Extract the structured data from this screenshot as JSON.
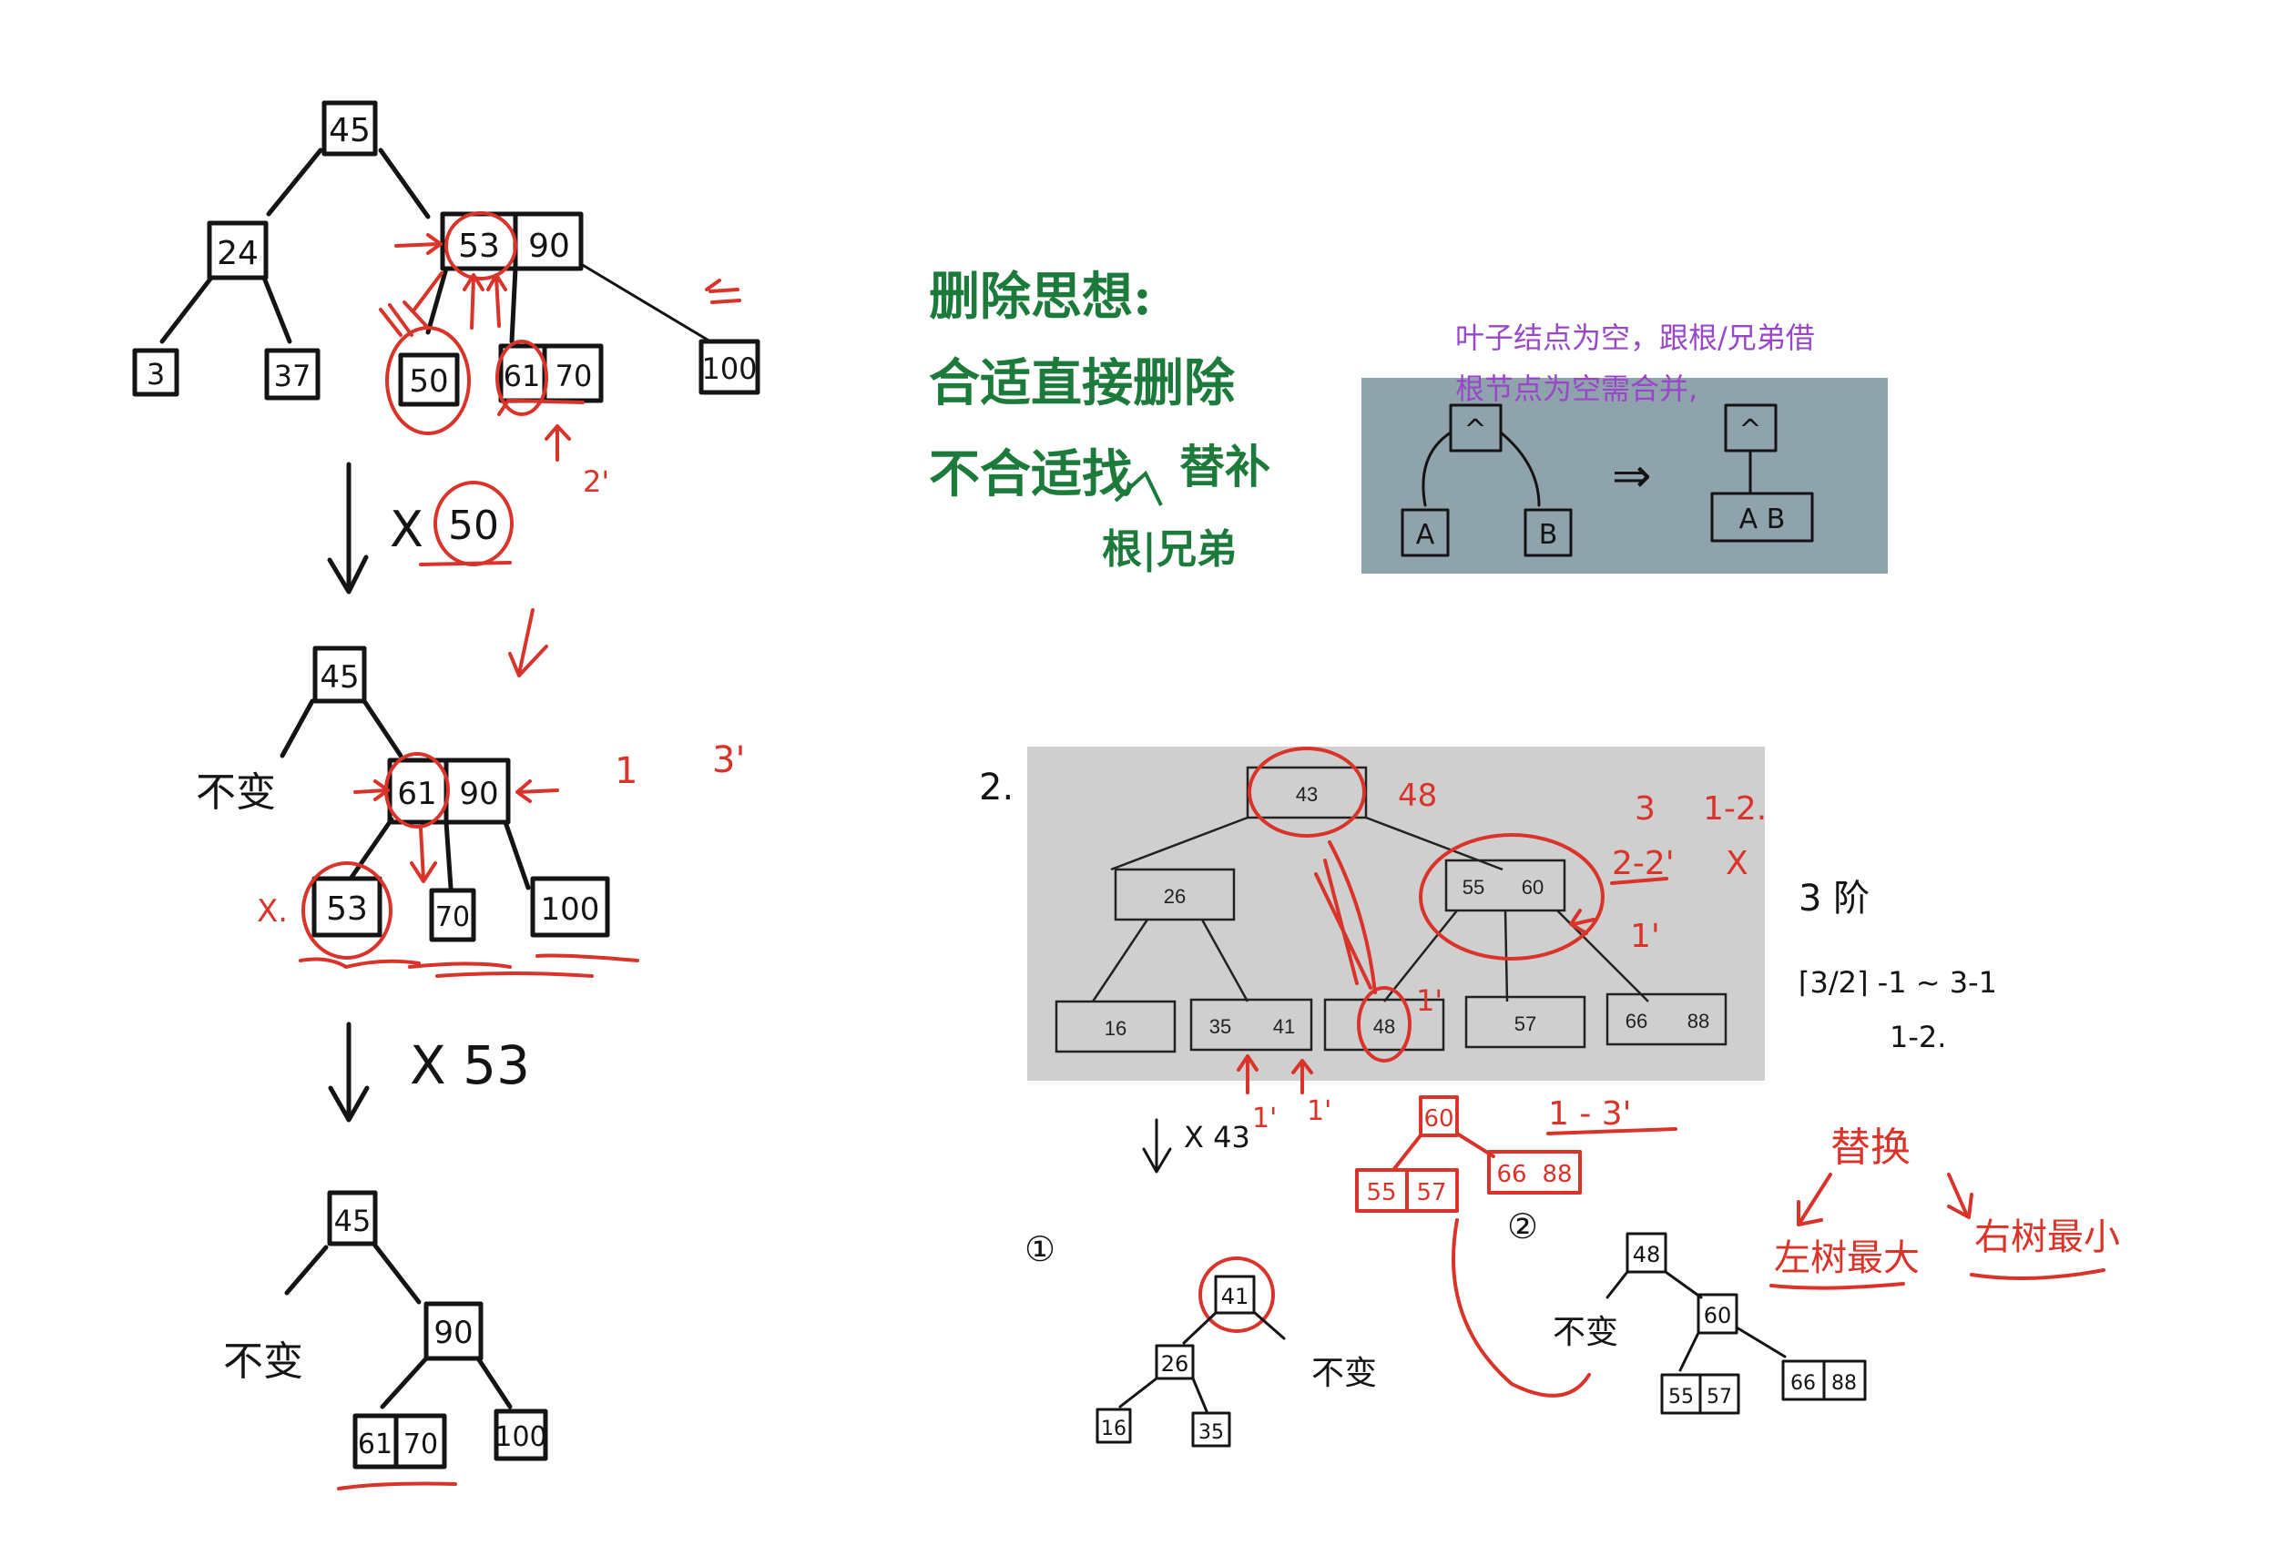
{
  "left_trees": {
    "tree1": {
      "root": "45",
      "left": "24",
      "right_keys": [
        "53",
        "90"
      ],
      "leaves": [
        "3",
        "37",
        "50",
        "61",
        "70",
        "100"
      ],
      "annotation": "2'"
    },
    "step1": {
      "label": "X",
      "value": "50"
    },
    "tree2": {
      "root": "45",
      "left_note": "不变",
      "right_keys": [
        "61",
        "90"
      ],
      "leaves": [
        "53",
        "70",
        "100"
      ],
      "x_mark": "X.",
      "range_a": "1",
      "range_b": "3'"
    },
    "step2": {
      "label": "X 53"
    },
    "tree3": {
      "root": "45",
      "left_note": "不变",
      "right": "90",
      "leaves": [
        "61",
        "70",
        "100"
      ]
    }
  },
  "notes": {
    "title": "删除思想:",
    "line1": "合适直接删除",
    "line2": "不合适找",
    "line2_sup": "替补",
    "line2_sub": "根|兄弟"
  },
  "merge_panel": {
    "caption1": "叶子结点为空，跟根/兄弟借",
    "caption2": "根节点为空需合并,",
    "left_root": "^",
    "left_children": [
      "A",
      "B"
    ],
    "arrow": "⇒",
    "right_root": "^",
    "right_child": "A B"
  },
  "btree_photo": {
    "number_label": "2.",
    "root": "43",
    "level1_left": "26",
    "level1_right": [
      "55",
      "60"
    ],
    "leaves": [
      [
        "16"
      ],
      [
        "35",
        "41"
      ],
      [
        "48"
      ],
      [
        "57"
      ],
      [
        "66",
        "88"
      ]
    ],
    "root_note": "48",
    "range_top": "3",
    "range_top2": "1-2.",
    "range_mid": "2-2'",
    "range_mid_x": "X",
    "range_low": "1'",
    "leaf48_note": "1'",
    "below_marks": [
      "1'",
      "1'"
    ]
  },
  "order_notes": {
    "order": "3 阶",
    "formula": "⌈3/2⌉ -1 ~ 3-1",
    "result": "1-2."
  },
  "bottom": {
    "step": "X 43",
    "sub_root": "60",
    "sub_leaves": [
      "55",
      "57",
      "66",
      "88"
    ],
    "range": "1 - 3'",
    "option1_mark": "①",
    "option2_mark": "②",
    "tree_a": {
      "root": "41",
      "left": "26",
      "leaves": [
        "16",
        "35"
      ],
      "note": "不变"
    },
    "tree_b": {
      "root": "48",
      "note": "不变",
      "child": "60",
      "leaves": [
        "55",
        "57",
        "66",
        "88"
      ]
    },
    "replace_title": "替换",
    "replace_left": "左树最大",
    "replace_right": "右树最小"
  }
}
